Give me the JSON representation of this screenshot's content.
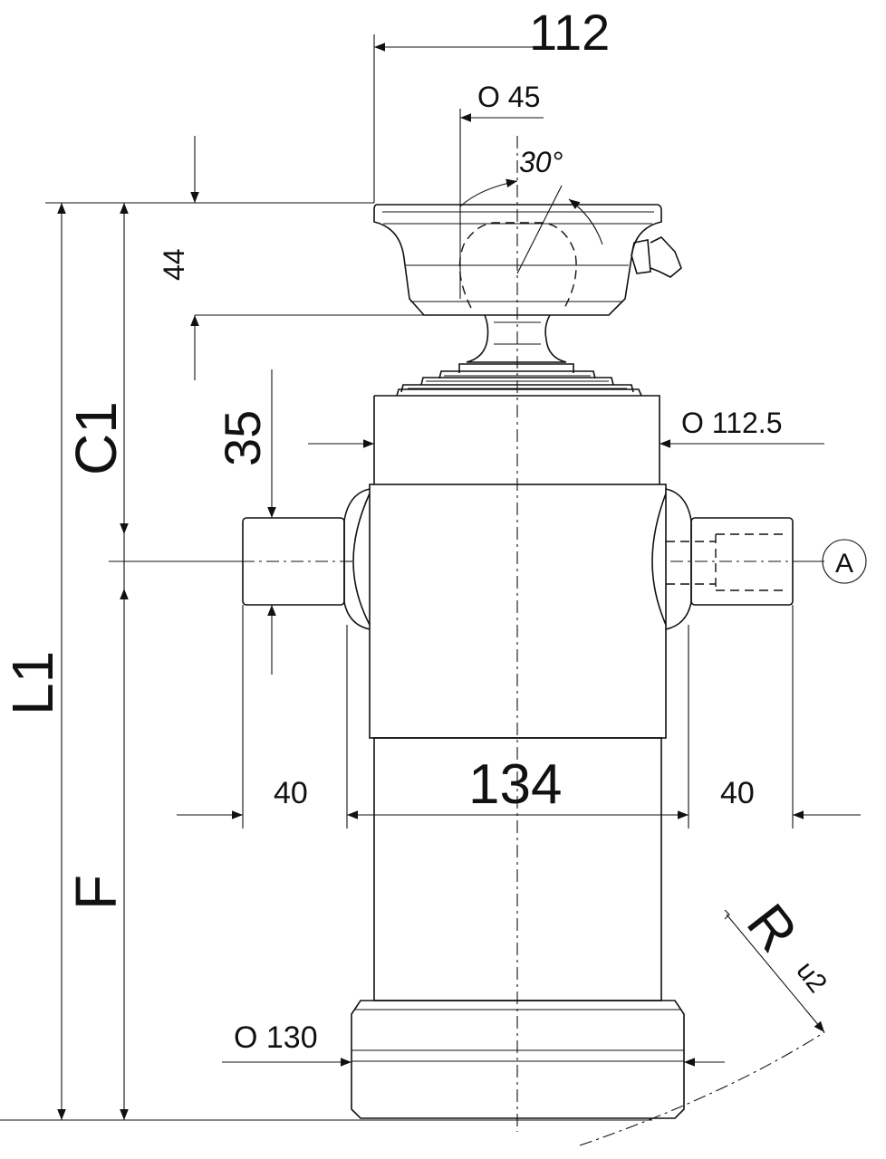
{
  "dimensions": {
    "top_width": "112",
    "ball_diameter": "O 45",
    "tilt_angle": "30°",
    "cap_height": "44",
    "port_height": "35",
    "c1": "C1",
    "l1": "L1",
    "f": "F",
    "barrel_diameter": "O 112.5",
    "port_label": "A",
    "left_port_length": "40",
    "body_width": "134",
    "right_port_length": "40",
    "radius": "R",
    "radius_sub": "u2",
    "base_diameter": "O 130"
  }
}
